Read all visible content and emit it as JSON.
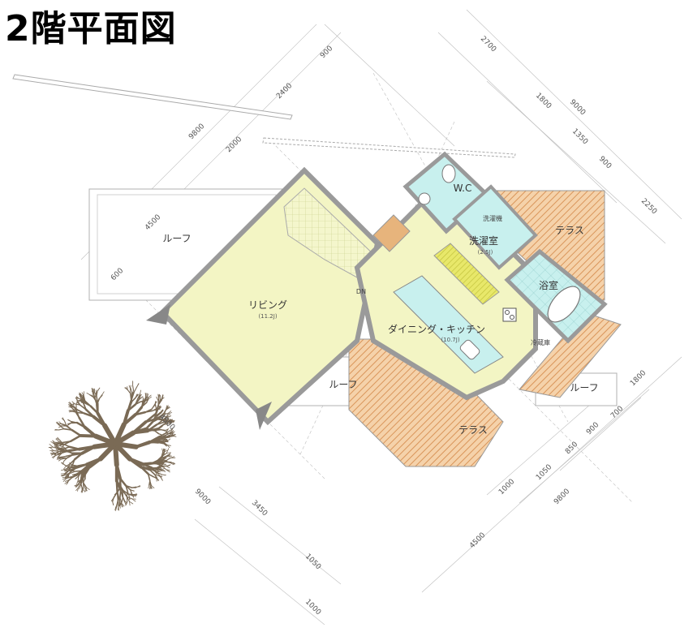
{
  "title": "2階平面図",
  "rooms": {
    "living": {
      "name": "リビング",
      "size": "(11.2J)"
    },
    "dining": {
      "name": "ダイニング・キッチン",
      "size": "(10.7J)"
    },
    "laundry": {
      "name": "洗濯室",
      "size": "(2.5J)"
    },
    "bath": {
      "name": "浴室"
    },
    "wc": {
      "name": "W.C"
    },
    "washer": {
      "name": "洗濯機"
    },
    "fridge": {
      "name": "冷蔵庫"
    },
    "terrace_ne": {
      "name": "テラス"
    },
    "terrace_s": {
      "name": "テラス"
    },
    "roof_w": {
      "name": "ルーフ"
    },
    "roof_s": {
      "name": "ルーフ"
    },
    "roof_e": {
      "name": "ルーフ"
    },
    "stair": {
      "name": "DN"
    }
  },
  "dimensions": {
    "d900_top": "900",
    "d2700": "2700",
    "d2400": "2400",
    "d9800_left": "9800",
    "d2000": "2000",
    "d1800_top": "1800",
    "d9000_right": "9000",
    "d1350": "1350",
    "d900_right": "900",
    "d2250": "2250",
    "d4500_left": "4500",
    "d600": "600",
    "d4500_tree": "4500",
    "d9000_left": "9000",
    "d3450": "3450",
    "d1050_bottom": "1050",
    "d1000_bottom": "1000",
    "d1800_right": "1800",
    "d700": "700",
    "d900_br": "900",
    "d850": "850",
    "d1050_br": "1050",
    "d1000_br": "1000",
    "d9800_br": "9800",
    "d4500_br": "4500"
  },
  "colors": {
    "living": "#f3f5c4",
    "aqua": "#c8f0ee",
    "terrace": "#f2c79a",
    "terrace_stripe": "#d9955a",
    "wall": "#9a9a9a",
    "stair_hatch": "#d8e0a0",
    "tree": "#7a6a55"
  }
}
